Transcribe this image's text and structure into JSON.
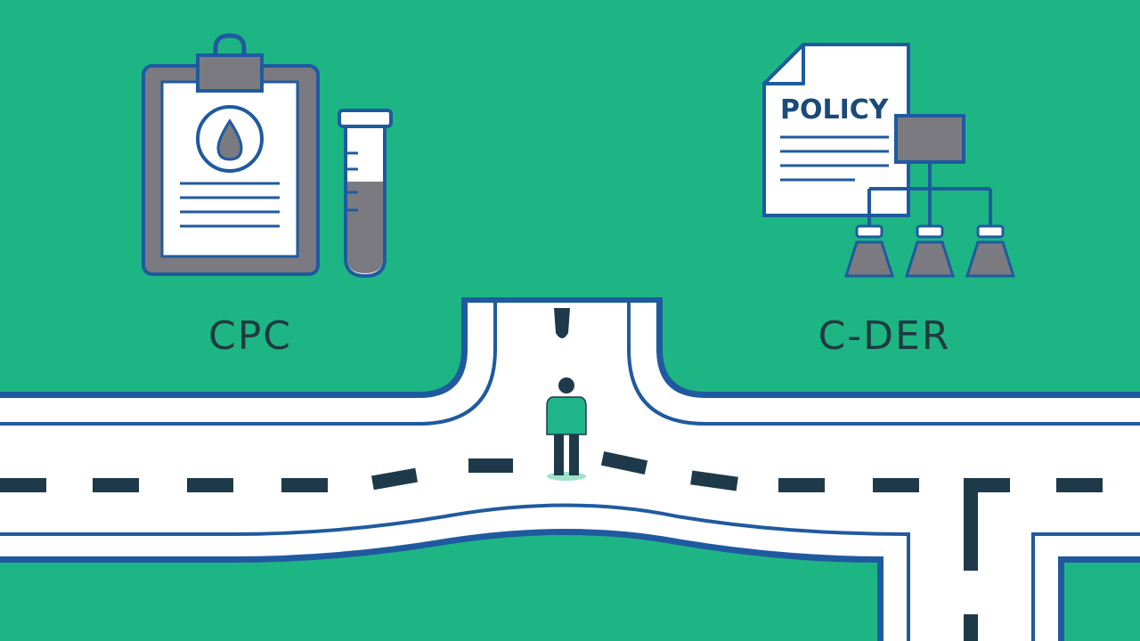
{
  "labels": {
    "left": "CPC",
    "right": "C-DER",
    "document_title": "POLICY"
  },
  "icons": {
    "left_group": [
      "clipboard-icon",
      "blood-drop-icon",
      "test-tube-icon"
    ],
    "right_group": [
      "policy-document-icon",
      "org-chart-icon"
    ],
    "figure": "person-icon"
  },
  "colors": {
    "background": "#1eb584",
    "road": "#ffffff",
    "outline": "#1f5aa0",
    "dash": "#1e3a4a",
    "icon_fill": "#7a7a80",
    "text": "#1f3a40"
  }
}
